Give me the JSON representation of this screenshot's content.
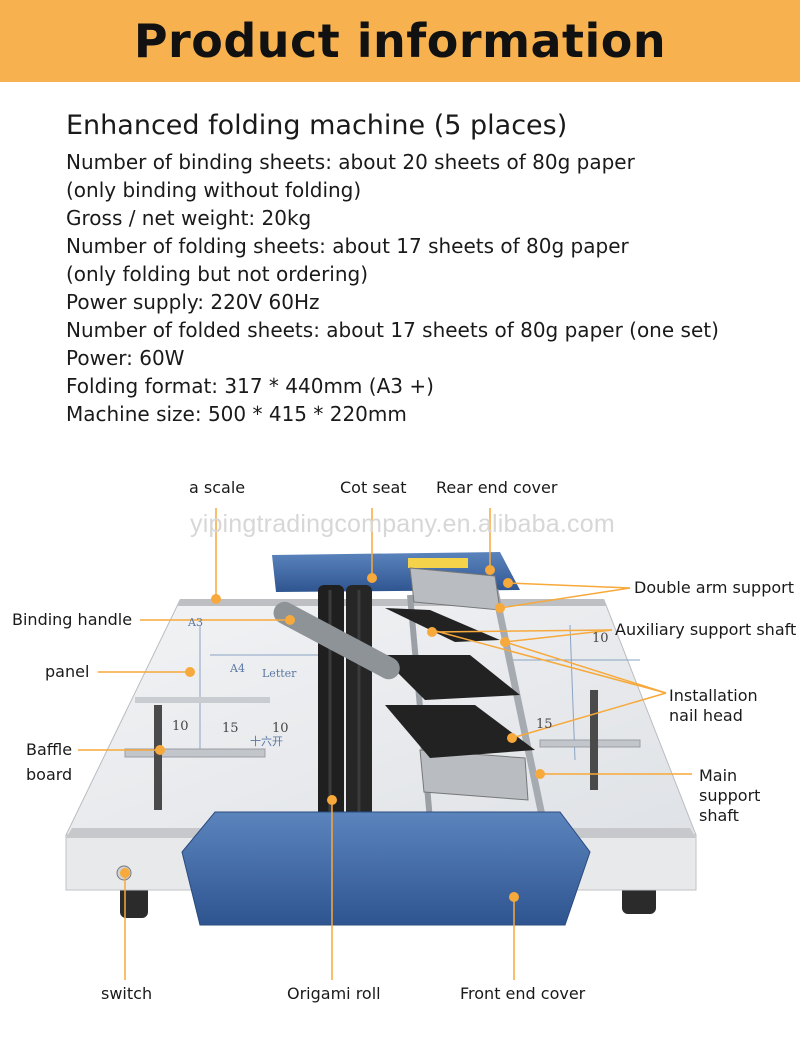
{
  "banner": {
    "title": "Product information"
  },
  "specs": {
    "heading": "Enhanced folding machine (5 places)",
    "lines": [
      "Number of binding sheets: about 20 sheets of 80g paper",
      "(only binding without folding)",
      "Gross / net weight: 20kg",
      "Number of folding sheets: about 17 sheets of 80g paper",
      "(only folding but not ordering)",
      "Power supply: 220V 60Hz",
      "Number of folded sheets: about 17 sheets of 80g paper (one set)",
      "Power: 60W",
      "Folding format: 317 * 440mm (A3 +)",
      "Machine size: 500 * 415 * 220mm"
    ]
  },
  "diagram": {
    "watermark": "yipingtradingcompany.en.alibaba.com",
    "labels": {
      "a_scale": "a scale",
      "cot_seat": "Cot seat",
      "rear_end_cover": "Rear end cover",
      "double_arm_support": "Double arm support",
      "binding_handle": "Binding handle",
      "auxiliary_support_shaft": "Auxiliary support shaft",
      "panel": "panel",
      "installation_nail_head_1": "Installation",
      "installation_nail_head_2": "nail head",
      "baffle_board_1": "Baffle",
      "baffle_board_2": "board",
      "main_support_shaft_1": "Main",
      "main_support_shaft_2": "support",
      "main_support_shaft_3": "shaft",
      "switch": "switch",
      "origami_roll": "Origami roll",
      "front_end_cover": "Front end cover"
    },
    "panel_markings": {
      "a3": "A3",
      "a4": "A4",
      "letter": "Letter",
      "n10_left": "10",
      "n15_left": "15",
      "n10_mid": "10",
      "n15_right": "15",
      "n10_right": "10",
      "sixteen": "十六开"
    },
    "colors": {
      "accent": "#f7a93b",
      "banner": "#f7b14e",
      "machine_blue": "#3f6aa5"
    }
  }
}
